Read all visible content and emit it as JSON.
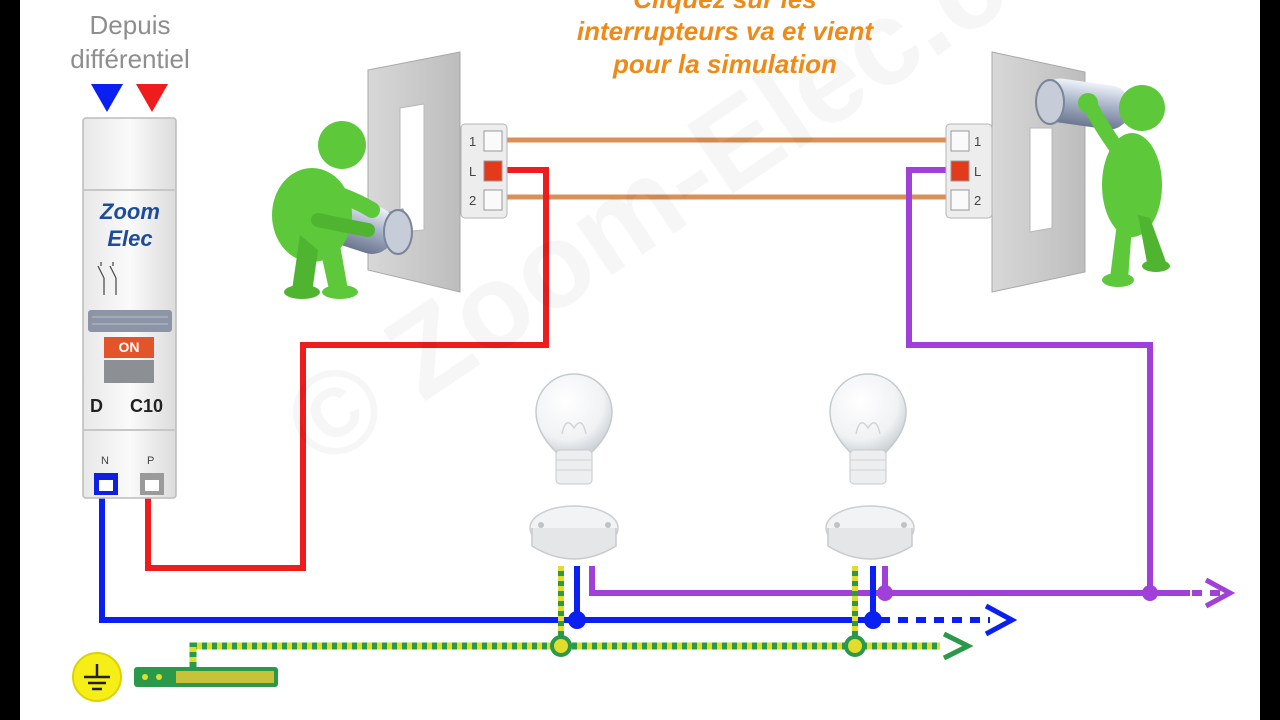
{
  "header": {
    "source_label": [
      "Depuis",
      "différentiel"
    ],
    "instruction": [
      "Cliquez sur les",
      "interrupteurs va et vient",
      "pour la simulation"
    ]
  },
  "breaker": {
    "brand": [
      "Zoom",
      "Elec"
    ],
    "on_label": "ON",
    "curve_type": "D",
    "rating": "C10",
    "terminal_n": "N",
    "terminal_p": "P"
  },
  "switch_left": {
    "terminals": [
      "1",
      "L",
      "2"
    ]
  },
  "switch_right": {
    "terminals": [
      "1",
      "L",
      "2"
    ]
  },
  "watermark": "© Zoom-Elec.com",
  "colors": {
    "neutral": "#0a1ff2",
    "phase": "#ee1c1c",
    "traveler": "#d98f55",
    "return": "#a040d8",
    "earth_green": "#2a9a4a",
    "earth_yellow": "#e2dc2a",
    "figure_green": "#5cc83a",
    "instruction": "#ef8a16"
  }
}
